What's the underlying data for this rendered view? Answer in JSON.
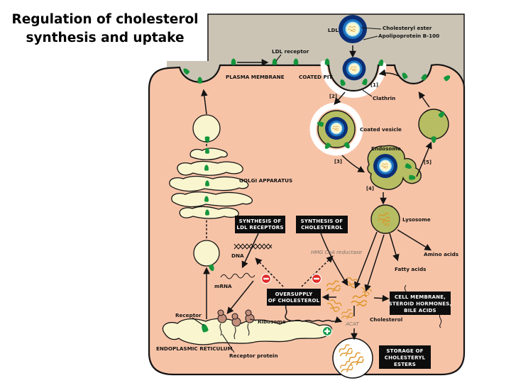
{
  "title": {
    "line1": "Regulation of cholesterol",
    "line2": "synthesis and uptake"
  },
  "labels": {
    "ldl": "LDL",
    "cholesteryl_ester": "Cholesteryl ester",
    "apolipoprotein_b100": "Apolipoprotein B-100",
    "ldl_receptor": "LDL receptor",
    "plasma_membrane": "PLASMA MEMBRANE",
    "coated_pit": "COATED PIT",
    "clathrin": "Clathrin",
    "coated_vesicle": "Coated vesicle",
    "endosome": "Endosome",
    "lysosome": "Lysosome",
    "amino_acids": "Amino acids",
    "fatty_acids": "Fatty acids",
    "golgi_apparatus": "GOLGI APPARATUS",
    "dna": "DNA",
    "mrna": "mRNA",
    "hmg_coa_reductase": "HMG CoA reductase",
    "receptor": "Receptor",
    "ribosome": "Ribosome",
    "endoplasmic_reticulum": "ENDOPLASMIC RETICULUM",
    "receptor_protein": "Receptor protein",
    "cholesterol": "Cholesterol",
    "acat": "ACAT"
  },
  "boxes": {
    "synthesis_ldl_receptors": [
      "SYNTHESIS OF",
      "LDL RECEPTORS"
    ],
    "synthesis_cholesterol": [
      "SYNTHESIS OF",
      "CHOLESTEROL"
    ],
    "oversupply": [
      "OVERSUPPLY",
      "OF CHOLESTEROL"
    ],
    "cell_membrane_products": [
      "CELL MEMBRANE,",
      "STEROID HORMONES,",
      "BILE ACIDS"
    ],
    "storage": [
      "STORAGE OF",
      "CHOLESTERYL",
      "ESTERS"
    ]
  },
  "steps": {
    "s1": "[1]",
    "s2": "[2]",
    "s3": "[3]",
    "s4": "[4]",
    "s5": "[5]"
  },
  "colors": {
    "extracellular": "#cbc4b5",
    "cytoplasm": "#f7c3a7",
    "organelle_cream": "#f9f5cf",
    "vesicle_olive": "#b7bd62",
    "receptor_green": "#14963c",
    "ldl_navy": "#0b2e74",
    "ldl_blue": "#1e76c2",
    "ldl_pale": "#a9e0ee",
    "ldl_core": "#fdf8d2",
    "squiggle_orange": "#dd9426",
    "inhibit_red": "#e12b28",
    "stimulate_green": "#119a48",
    "box_black": "#0d0d0d"
  }
}
